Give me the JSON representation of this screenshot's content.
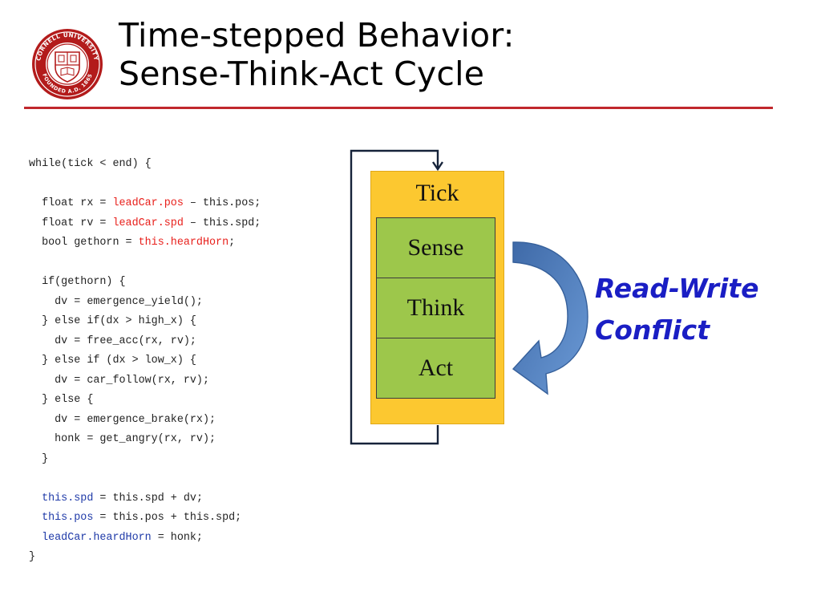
{
  "slide": {
    "title_lines": [
      "Time-stepped Behavior:",
      "Sense-Think-Act Cycle"
    ],
    "logo": {
      "text_top": "CORNELL UNIVERSITY",
      "text_bottom": "FOUNDED A.D. 1865",
      "color": "#b31b1b"
    }
  },
  "code": {
    "lines": [
      [
        {
          "t": "while(tick < end) {"
        }
      ],
      [
        {
          "t": ""
        }
      ],
      [
        {
          "t": "  float rx = "
        },
        {
          "t": "leadCar.pos",
          "c": "red"
        },
        {
          "t": " – this.pos;"
        }
      ],
      [
        {
          "t": "  float rv = "
        },
        {
          "t": "leadCar.spd",
          "c": "red"
        },
        {
          "t": " – this.spd;"
        }
      ],
      [
        {
          "t": "  bool gethorn = "
        },
        {
          "t": "this.heardHorn",
          "c": "red"
        },
        {
          "t": ";"
        }
      ],
      [
        {
          "t": ""
        }
      ],
      [
        {
          "t": "  if(gethorn) {"
        }
      ],
      [
        {
          "t": "    dv = emergence_yield();"
        }
      ],
      [
        {
          "t": "  } else if(dx > high_x) {"
        }
      ],
      [
        {
          "t": "    dv = free_acc(rx, rv);"
        }
      ],
      [
        {
          "t": "  } else if (dx > low_x) {"
        }
      ],
      [
        {
          "t": "    dv = car_follow(rx, rv);"
        }
      ],
      [
        {
          "t": "  } else {"
        }
      ],
      [
        {
          "t": "    dv = emergence_brake(rx);"
        }
      ],
      [
        {
          "t": "    honk = get_angry(rx, rv);"
        }
      ],
      [
        {
          "t": "  }"
        }
      ],
      [
        {
          "t": ""
        }
      ],
      [
        {
          "t": "  "
        },
        {
          "t": "this.spd",
          "c": "blue"
        },
        {
          "t": " = this.spd + dv;"
        }
      ],
      [
        {
          "t": "  "
        },
        {
          "t": "this.pos",
          "c": "blue"
        },
        {
          "t": " = this.pos + this.spd;"
        }
      ],
      [
        {
          "t": "  "
        },
        {
          "t": "leadCar.heardHorn",
          "c": "blue"
        },
        {
          "t": " = honk;"
        }
      ],
      [
        {
          "t": "}"
        }
      ]
    ]
  },
  "diagram": {
    "tick_label": "Tick",
    "phases": [
      "Sense",
      "Think",
      "Act"
    ],
    "annotation": [
      "Read-Write",
      "Conflict"
    ],
    "colors": {
      "tick_box": "#fcc830",
      "phase_box": "#9dc74b",
      "arrow": "#4f7ec0",
      "annotation": "#1a1ec4"
    }
  }
}
